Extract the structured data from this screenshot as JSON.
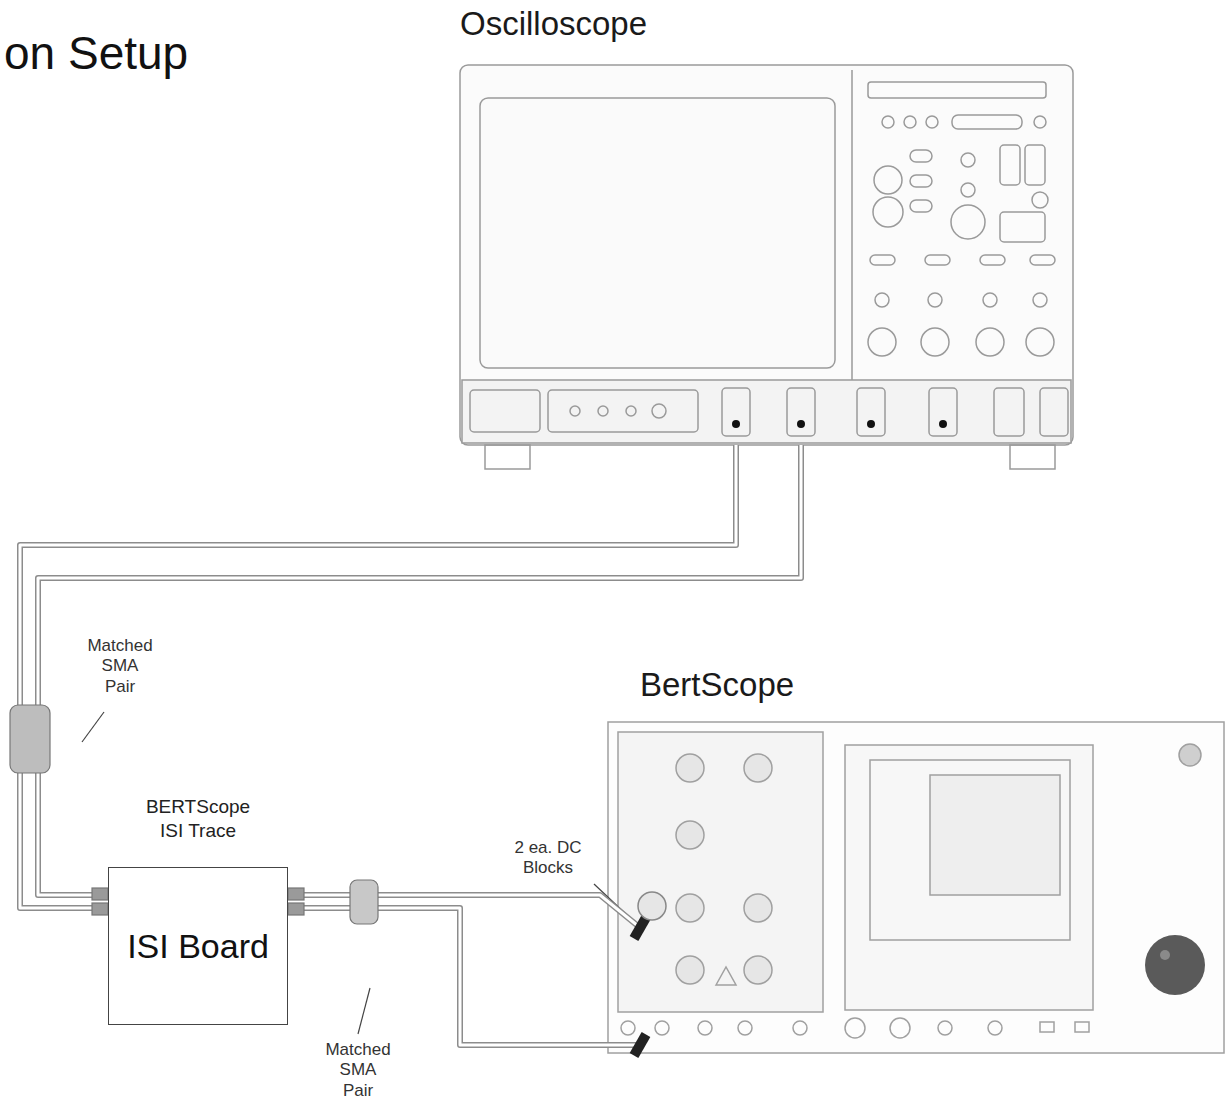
{
  "diagram": {
    "title": "on Setup",
    "nodes": [
      {
        "text": [
          "Oscilloscope"
        ]
      },
      {
        "text": [
          "BertScope"
        ]
      },
      {
        "text": [
          "BERTScope ISI Trace",
          "ISI Board"
        ]
      }
    ],
    "edges": [
      {
        "from": 2,
        "to": 0,
        "arrow": "none"
      },
      {
        "from": 1,
        "to": 2,
        "arrow": "none"
      }
    ],
    "labels": [
      "Matched SMA Pair",
      "2 ea. DC Blocks",
      "Matched SMA Pair"
    ]
  }
}
